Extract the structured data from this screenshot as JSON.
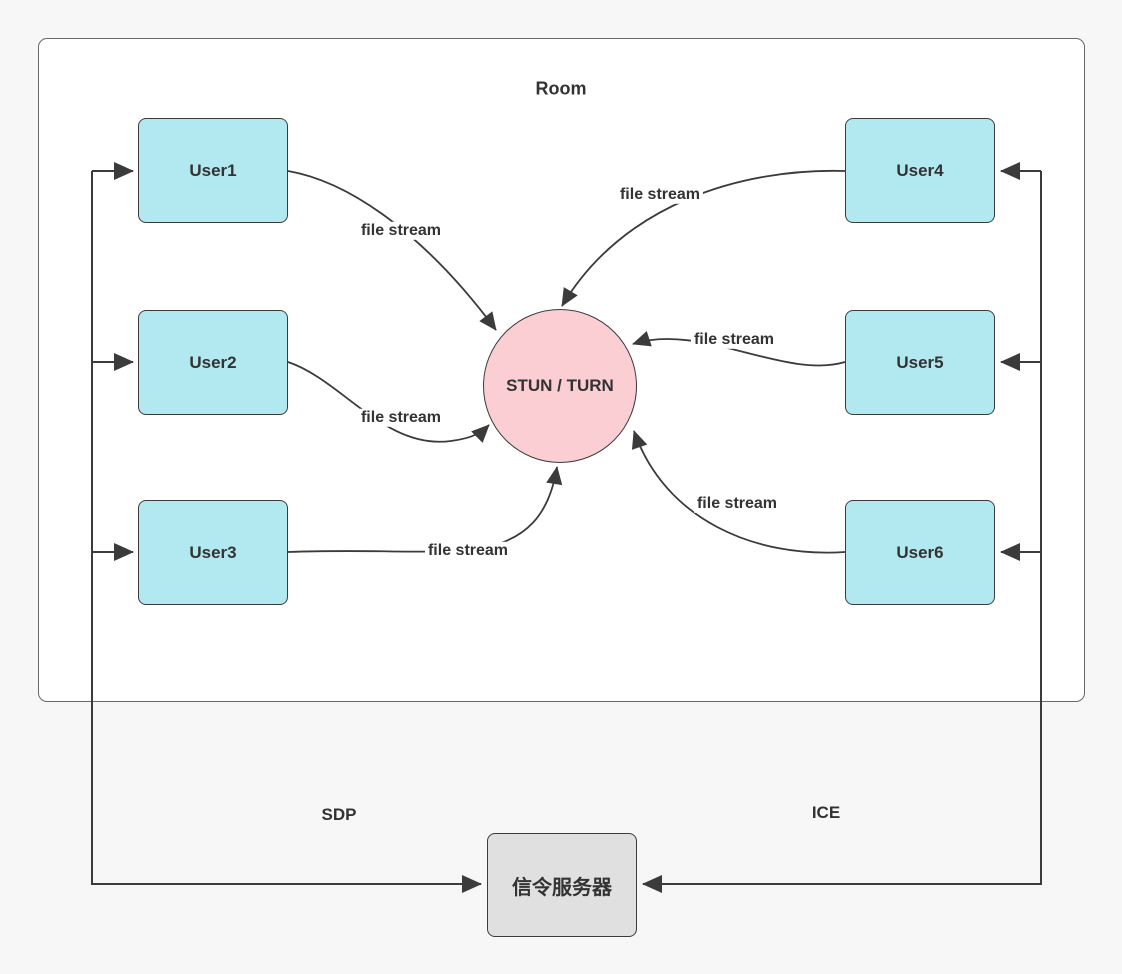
{
  "diagram": {
    "room": {
      "label": "Room"
    },
    "nodes": {
      "user1": {
        "label": "User1"
      },
      "user2": {
        "label": "User2"
      },
      "user3": {
        "label": "User3"
      },
      "user4": {
        "label": "User4"
      },
      "user5": {
        "label": "User5"
      },
      "user6": {
        "label": "User6"
      },
      "stun_turn": {
        "label": "STUN / TURN"
      },
      "signaling_server": {
        "label": "信令服务器"
      }
    },
    "edge_labels": {
      "user1_stream": "file stream",
      "user2_stream": "file stream",
      "user3_stream": "file stream",
      "user4_stream": "file stream",
      "user5_stream": "file stream",
      "user6_stream": "file stream",
      "sdp": "SDP",
      "ice": "ICE"
    },
    "colors": {
      "page_background": "#F7F7F7",
      "room_fill": "#FFFFFF",
      "room_border": "#686868",
      "user_fill": "#B2E8F0",
      "stun_fill": "#FBCED3",
      "server_fill": "#E0E0E0",
      "node_border": "#3B3B3B",
      "connector": "#3B3B3B",
      "text": "#333333"
    }
  }
}
